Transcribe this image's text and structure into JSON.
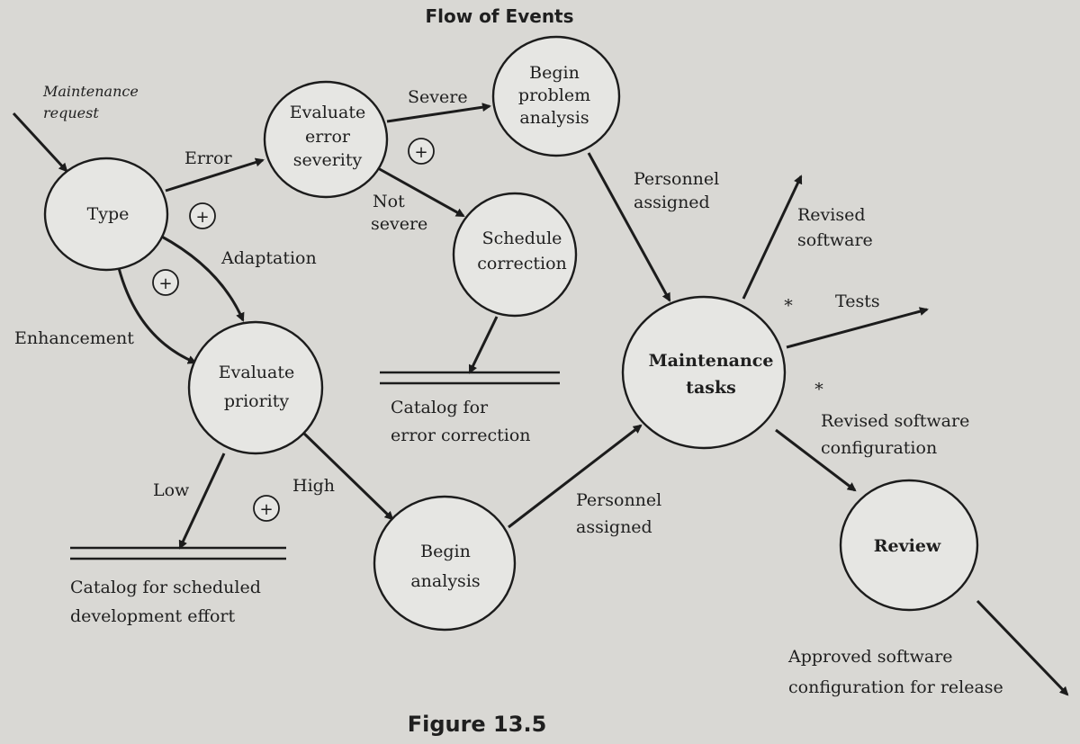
{
  "title": "Flow of Events",
  "caption": "Figure 13.5",
  "nodes": {
    "type": "Type",
    "evaluate_severity": [
      "Evaluate",
      "error",
      "severity"
    ],
    "begin_problem_analysis": [
      "Begin",
      "problem",
      "analysis"
    ],
    "schedule_correction": [
      "Schedule",
      "correction"
    ],
    "evaluate_priority": [
      "Evaluate",
      "priority"
    ],
    "begin_analysis": [
      "Begin",
      "analysis"
    ],
    "maintenance_tasks": [
      "Maintenance",
      "tasks"
    ],
    "review": "Review"
  },
  "flows": {
    "maintenance_request": [
      "Maintenance",
      "request"
    ],
    "error": "Error",
    "severe": "Severe",
    "not_severe": [
      "Not",
      "severe"
    ],
    "adaptation": "Adaptation",
    "enhancement": "Enhancement",
    "low": "Low",
    "high": "High",
    "personnel_assigned_1": [
      "Personnel",
      "assigned"
    ],
    "personnel_assigned_2": [
      "Personnel",
      "assigned"
    ],
    "revised_software": [
      "Revised",
      "software"
    ],
    "tests": "Tests",
    "revised_config": [
      "Revised software",
      "configuration"
    ],
    "approved": [
      "Approved software",
      "configuration for release"
    ]
  },
  "stores": {
    "error_catalog": [
      "Catalog for",
      "error correction"
    ],
    "scheduled_catalog": [
      "Catalog for scheduled",
      "development effort"
    ]
  },
  "symbols": {
    "plus": "+",
    "star": "*"
  }
}
